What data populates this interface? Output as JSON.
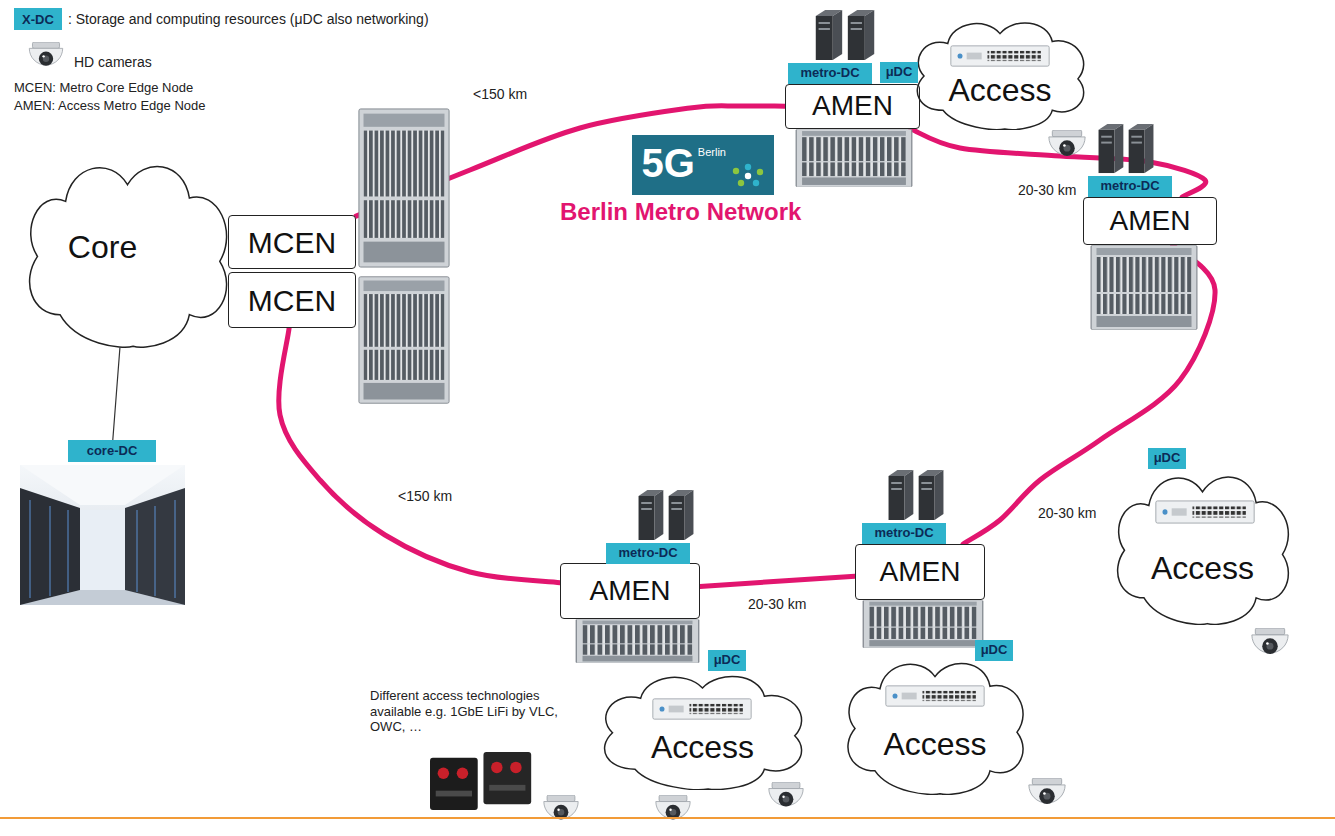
{
  "diagram": {
    "title": "Berlin Metro Network",
    "nodes": [
      {
        "text": [
          "Core"
        ]
      },
      {
        "text": [
          "MCEN"
        ]
      },
      {
        "text": [
          "MCEN"
        ]
      },
      {
        "text": [
          "core-DC"
        ]
      },
      {
        "text": [
          "5G",
          "Berlin"
        ]
      },
      {
        "text": [
          "metro-DC"
        ]
      },
      {
        "text": [
          "AMEN"
        ]
      },
      {
        "text": [
          "μDC"
        ]
      },
      {
        "text": [
          "Access"
        ]
      },
      {
        "text": [
          "metro-DC"
        ]
      },
      {
        "text": [
          "AMEN"
        ]
      },
      {
        "text": [
          "μDC"
        ]
      },
      {
        "text": [
          "Access"
        ]
      },
      {
        "text": [
          "metro-DC"
        ]
      },
      {
        "text": [
          "AMEN"
        ]
      },
      {
        "text": [
          "μDC"
        ]
      },
      {
        "text": [
          "Access"
        ]
      },
      {
        "text": [
          "metro-DC"
        ]
      },
      {
        "text": [
          "AMEN"
        ]
      },
      {
        "text": [
          "μDC"
        ]
      },
      {
        "text": [
          "Access"
        ]
      }
    ],
    "edges": [
      {
        "from": 0,
        "to": 3,
        "arrow": "none"
      },
      {
        "from": 1,
        "to": 6,
        "label": "<150 km",
        "arrow": "none"
      },
      {
        "from": 6,
        "to": 10,
        "label": "20-30 km",
        "arrow": "none"
      },
      {
        "from": 10,
        "to": 14,
        "label": "20-30 km",
        "arrow": "none"
      },
      {
        "from": 14,
        "to": 18,
        "label": "20-30 km",
        "arrow": "none"
      },
      {
        "from": 18,
        "to": 2,
        "label": "<150 km",
        "arrow": "none"
      }
    ],
    "labels": [
      "X-DC",
      "MCEN: Metro Core Edge Node",
      "AMEN: Access Metro Edge Node",
      "Different access technologies available e.g. 1GbE LiFi by VLC, OWC, …"
    ],
    "legend": [
      {
        "text": ": Storage and computing resources (μDC also networking)",
        "color": "#2fb3cc"
      },
      {
        "text": "HD cameras"
      }
    ]
  }
}
